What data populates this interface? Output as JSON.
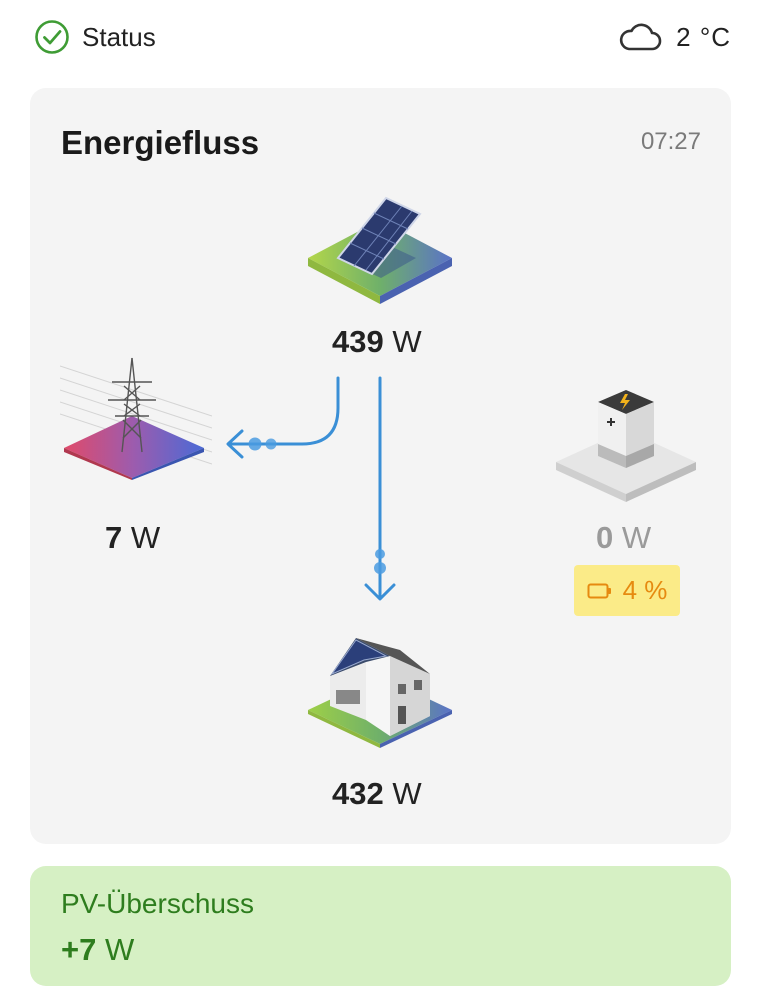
{
  "header": {
    "status_label": "Status",
    "status_icon": "check-circle-icon",
    "weather_icon": "cloud-icon",
    "temperature": "2 °C"
  },
  "energy_flow": {
    "title": "Energiefluss",
    "time": "07:27",
    "pv": {
      "icon": "solar-panel-icon",
      "value": "439",
      "unit": "W"
    },
    "grid": {
      "icon": "power-pylon-icon",
      "value": "7",
      "unit": "W"
    },
    "battery": {
      "icon": "battery-storage-icon",
      "value": "0",
      "unit": "W",
      "soc": "4 %"
    },
    "house": {
      "icon": "house-icon",
      "value": "432",
      "unit": "W"
    },
    "colors": {
      "flow": "#3a8fd6",
      "battery_badge": "#fbeb88",
      "battery_text": "#e68a10"
    }
  },
  "surplus": {
    "label": "PV-Überschuss",
    "sign": "+",
    "value": "7",
    "unit": "W",
    "color": "#2e7d1e",
    "background": "#d6f0c4"
  }
}
